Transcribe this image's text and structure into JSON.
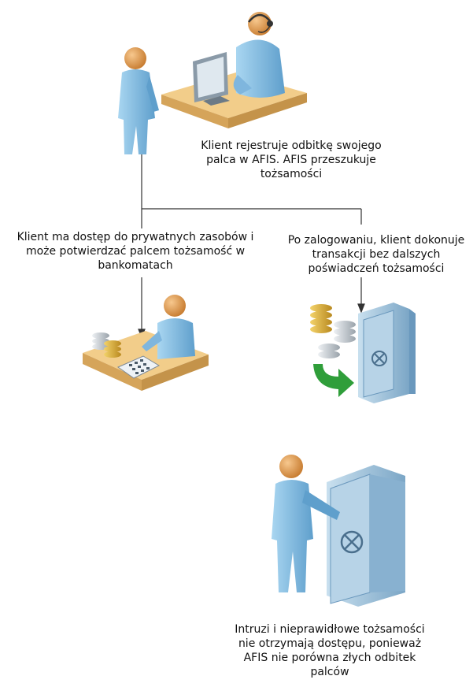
{
  "captions": {
    "register": "Klient rejestruje odbitkę swojego palca w AFIS. AFIS przeszukuje tożsamości",
    "access": "Klient ma dostęp do prywatnych zasobów i może potwierdzać palcem tożsamość w bankomatach",
    "transactions": "Po zalogowaniu, klient dokonuje transakcji bez dalszych poświadczeń tożsamości",
    "intruders": "Intruzi i nieprawidłowe tożsamości nie otrzymają dostępu, ponieważ AFIS nie porówna złych odbitek palców"
  },
  "colors": {
    "person_body": "#86c2e6",
    "person_shadow": "#4f8fbf",
    "head": "#e8a35a",
    "desk_top": "#f2cd8a",
    "desk_side": "#d5a45a",
    "vault": "#9ec3dd",
    "vault_dark": "#6a98bd",
    "arrow_green": "#2f9e3a",
    "coin_gold": "#e0b23a",
    "coin_silver": "#c9ced3",
    "line": "#333333"
  }
}
